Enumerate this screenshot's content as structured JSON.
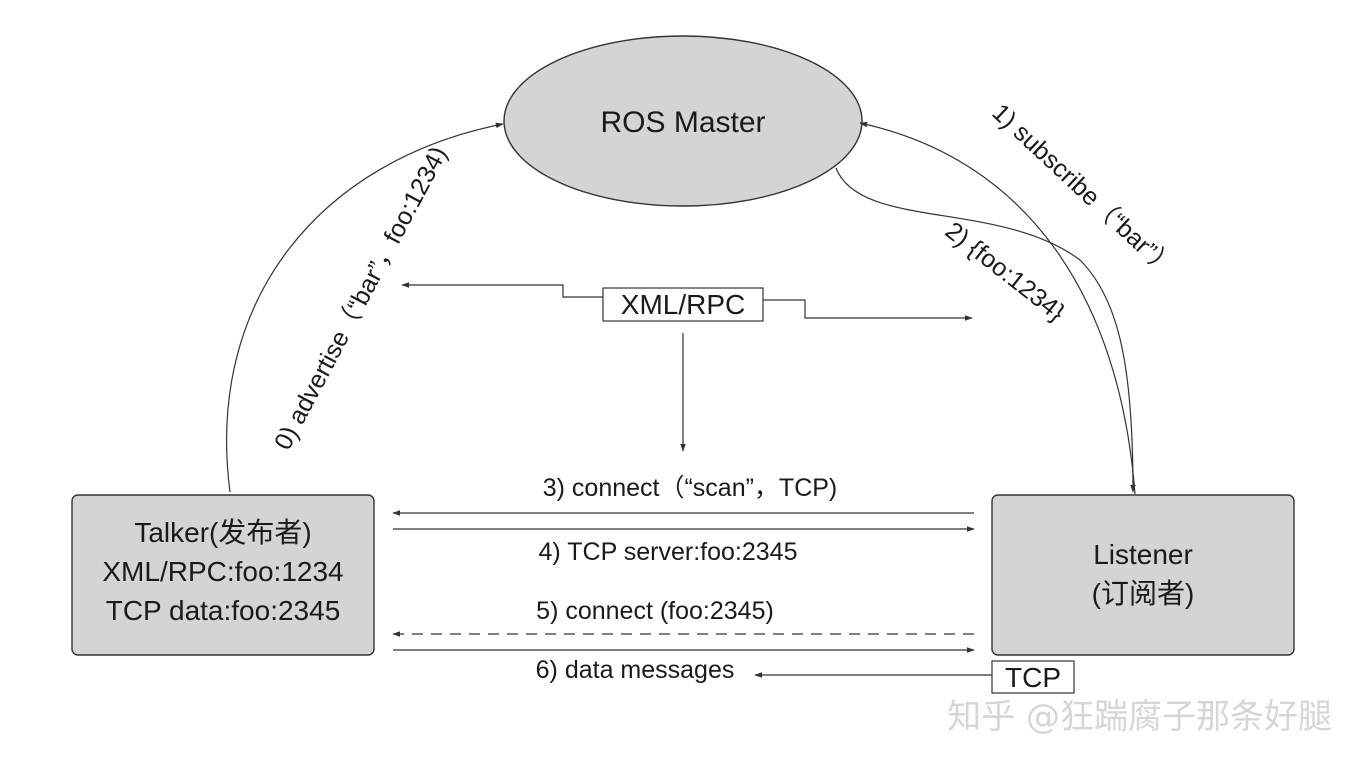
{
  "nodes": {
    "master": {
      "label": "ROS Master"
    },
    "talker": {
      "lines": [
        "Talker(发布者)",
        "XML/RPC:foo:1234",
        "TCP data:foo:2345"
      ]
    },
    "listener": {
      "lines": [
        "Listener",
        "(订阅者)"
      ]
    }
  },
  "boxes": {
    "xmlrpc": "XML/RPC",
    "tcp": "TCP"
  },
  "edges": {
    "advertise": "0) advertise（“bar”，foo:1234)",
    "subscribe": "1) subscribe（“bar”）",
    "reply": "2) {foo:1234}",
    "connect_scan": "3) connect（“scan”，TCP)",
    "tcp_server": "4) TCP server:foo:2345",
    "connect_foo": "5) connect (foo:2345)",
    "data_messages": "6) data messages"
  },
  "watermark": "知乎 @狂踹腐子那条好腿",
  "colors": {
    "node_fill": "#d4d4d4",
    "stroke": "#333333",
    "text": "#1a1a1a"
  }
}
